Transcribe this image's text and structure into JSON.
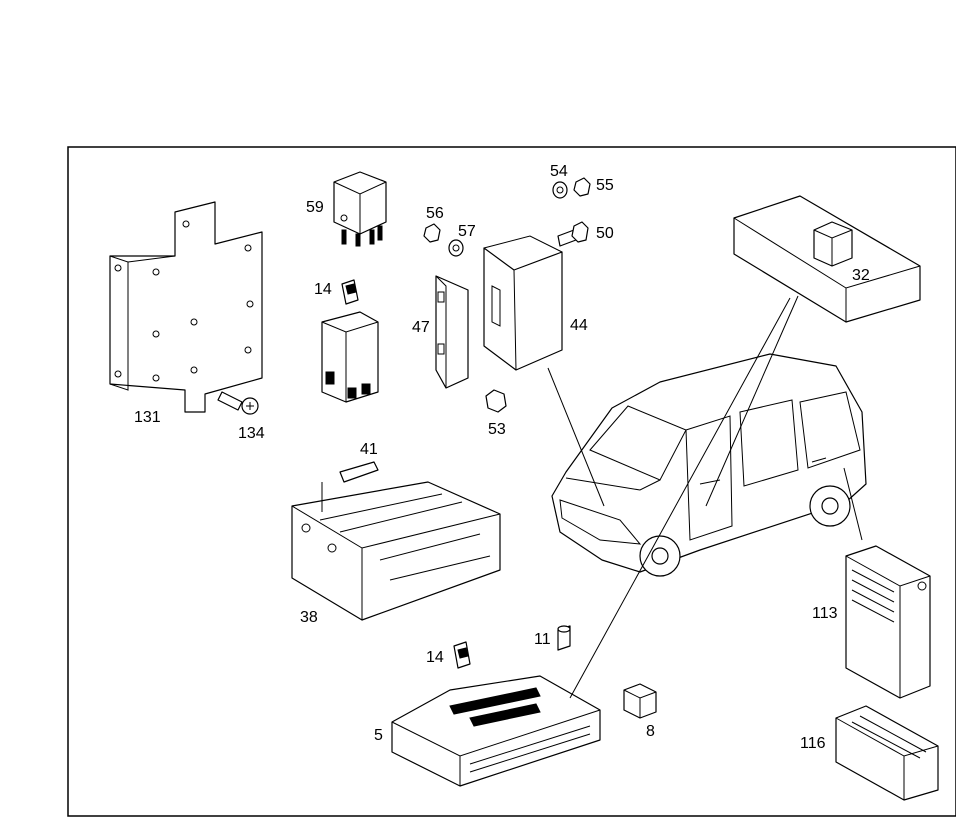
{
  "diagram": {
    "callouts": [
      {
        "id": "p131",
        "label": "131"
      },
      {
        "id": "p134",
        "label": "134"
      },
      {
        "id": "p59",
        "label": "59"
      },
      {
        "id": "p14a",
        "label": "14"
      },
      {
        "id": "p56",
        "label": "56"
      },
      {
        "id": "p57",
        "label": "57"
      },
      {
        "id": "p47",
        "label": "47"
      },
      {
        "id": "p54",
        "label": "54"
      },
      {
        "id": "p55",
        "label": "55"
      },
      {
        "id": "p50",
        "label": "50"
      },
      {
        "id": "p44",
        "label": "44"
      },
      {
        "id": "p53",
        "label": "53"
      },
      {
        "id": "p32",
        "label": "32"
      },
      {
        "id": "p41",
        "label": "41"
      },
      {
        "id": "p38",
        "label": "38"
      },
      {
        "id": "p113",
        "label": "113"
      },
      {
        "id": "p11",
        "label": "11"
      },
      {
        "id": "p14b",
        "label": "14"
      },
      {
        "id": "p5",
        "label": "5"
      },
      {
        "id": "p8",
        "label": "8"
      },
      {
        "id": "p116",
        "label": "116"
      }
    ]
  }
}
